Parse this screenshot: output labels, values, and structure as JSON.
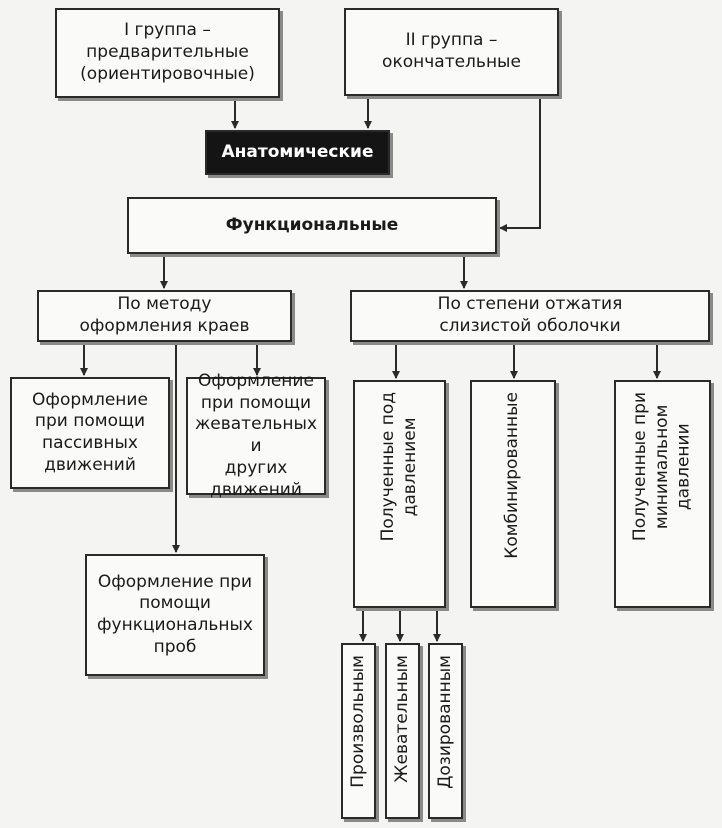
{
  "group1": "I группа –\nпредварительные\n(ориентировочные)",
  "group2": "II группа –\nокончательные",
  "anatomical": "Анатомические",
  "functional": "Функциональные",
  "edge_method": "По методу\nоформления краев",
  "compression": "По степени отжатия\nслизистой оболочки",
  "passive": "Оформление\nпри помощи\nпассивных\nдвижений",
  "chewing_other": "Оформление\nпри помощи\nжевательных и\nдругих\nдвижений",
  "functional_tests": "Оформление при\nпомощи\nфункциональных\nпроб",
  "under_pressure": "Полученные под\nдавлением",
  "combined": "Комбинированные",
  "minimal_pressure": "Полученные при\nминимальном\nдавлении",
  "arbitrary": "Произвольным",
  "chewing": "Жевательным",
  "dosed": "Дозированным"
}
